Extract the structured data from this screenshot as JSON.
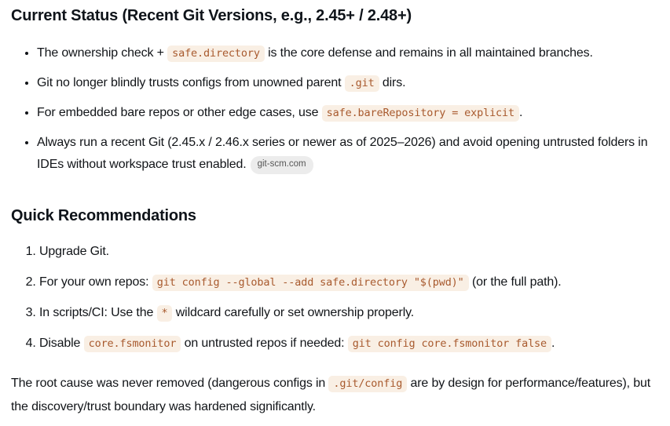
{
  "colors": {
    "background": "#ffffff",
    "body_text": "#111418",
    "heading_text": "#0f141a",
    "code_text": "#a85a2e",
    "code_bg": "#f9efe4",
    "chip_bg": "#ececec",
    "chip_text": "#565656"
  },
  "content": {
    "heading1": "Current Status (Recent Git Versions, e.g., 2.45+ / 2.48+)",
    "bullets": [
      [
        {
          "t": "text",
          "v": "The ownership check + "
        },
        {
          "t": "code",
          "v": "safe.directory"
        },
        {
          "t": "text",
          "v": " is the core defense and remains in all maintained branches."
        }
      ],
      [
        {
          "t": "text",
          "v": "Git no longer blindly trusts configs from unowned parent "
        },
        {
          "t": "code",
          "v": ".git"
        },
        {
          "t": "text",
          "v": " dirs."
        }
      ],
      [
        {
          "t": "text",
          "v": "For embedded bare repos or other edge cases, use "
        },
        {
          "t": "code",
          "v": "safe.bareRepository = explicit"
        },
        {
          "t": "text",
          "v": "."
        }
      ],
      [
        {
          "t": "text",
          "v": "Always run a recent Git (2.45.x / 2.46.x series or newer as of 2025–2026) and avoid opening untrusted folders in IDEs without workspace trust enabled."
        },
        {
          "t": "chip",
          "v": "git-scm.com"
        }
      ]
    ],
    "heading2": "Quick Recommendations",
    "numbered": [
      [
        {
          "t": "text",
          "v": "Upgrade Git."
        }
      ],
      [
        {
          "t": "text",
          "v": "For your own repos: "
        },
        {
          "t": "code",
          "v": "git config --global --add safe.directory \"$(pwd)\""
        },
        {
          "t": "text",
          "v": " (or the full path)."
        }
      ],
      [
        {
          "t": "text",
          "v": "In scripts/CI: Use the "
        },
        {
          "t": "code",
          "v": "*"
        },
        {
          "t": "text",
          "v": " wildcard carefully or set ownership properly."
        }
      ],
      [
        {
          "t": "text",
          "v": "Disable "
        },
        {
          "t": "code",
          "v": "core.fsmonitor"
        },
        {
          "t": "text",
          "v": " on untrusted repos if needed: "
        },
        {
          "t": "code",
          "v": "git config core.fsmonitor false"
        },
        {
          "t": "text",
          "v": "."
        }
      ]
    ],
    "closing": [
      {
        "t": "text",
        "v": "The root cause was never removed (dangerous configs in "
      },
      {
        "t": "code",
        "v": ".git/config"
      },
      {
        "t": "text",
        "v": " are by design for performance/features), but the discovery/trust boundary was hardened significantly."
      }
    ]
  }
}
